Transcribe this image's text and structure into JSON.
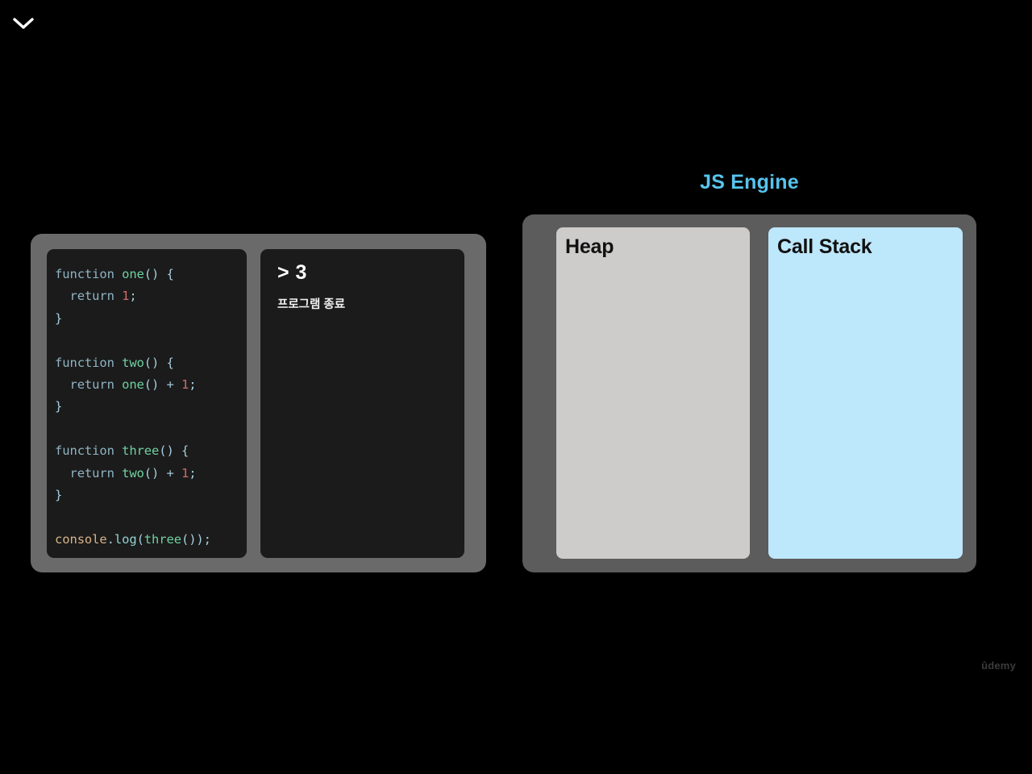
{
  "page": {
    "background_color": "#000000",
    "watermark": "ûdemy"
  },
  "top_bar": {
    "collapse_icon": "chevron-down-icon"
  },
  "editor": {
    "container_color": "#6a6a6a",
    "panel_color": "#1b1b1b",
    "code_lines": [
      [
        {
          "t": "function ",
          "c": "tok-kw"
        },
        {
          "t": "one",
          "c": "tok-fn"
        },
        {
          "t": "() {",
          "c": "tok-punct"
        }
      ],
      [
        {
          "t": "  return ",
          "c": "tok-kw"
        },
        {
          "t": "1",
          "c": "tok-num"
        },
        {
          "t": ";",
          "c": "tok-punct"
        }
      ],
      [
        {
          "t": "}",
          "c": "tok-punct"
        }
      ],
      [],
      [
        {
          "t": "function ",
          "c": "tok-kw"
        },
        {
          "t": "two",
          "c": "tok-fn"
        },
        {
          "t": "() {",
          "c": "tok-punct"
        }
      ],
      [
        {
          "t": "  return ",
          "c": "tok-kw"
        },
        {
          "t": "one",
          "c": "tok-fn"
        },
        {
          "t": "() ",
          "c": "tok-punct"
        },
        {
          "t": "+ ",
          "c": "tok-op"
        },
        {
          "t": "1",
          "c": "tok-num"
        },
        {
          "t": ";",
          "c": "tok-punct"
        }
      ],
      [
        {
          "t": "}",
          "c": "tok-punct"
        }
      ],
      [],
      [
        {
          "t": "function ",
          "c": "tok-kw"
        },
        {
          "t": "three",
          "c": "tok-fn"
        },
        {
          "t": "() {",
          "c": "tok-punct"
        }
      ],
      [
        {
          "t": "  return ",
          "c": "tok-kw"
        },
        {
          "t": "two",
          "c": "tok-fn"
        },
        {
          "t": "() ",
          "c": "tok-punct"
        },
        {
          "t": "+ ",
          "c": "tok-op"
        },
        {
          "t": "1",
          "c": "tok-num"
        },
        {
          "t": ";",
          "c": "tok-punct"
        }
      ],
      [
        {
          "t": "}",
          "c": "tok-punct"
        }
      ],
      [],
      [
        {
          "t": "console",
          "c": "tok-obj"
        },
        {
          "t": ".",
          "c": "tok-punct"
        },
        {
          "t": "log",
          "c": "tok-prop"
        },
        {
          "t": "(",
          "c": "tok-punct"
        },
        {
          "t": "three",
          "c": "tok-fn"
        },
        {
          "t": "());",
          "c": "tok-punct"
        }
      ]
    ]
  },
  "console": {
    "output": "> 3",
    "note": "프로그램 종료"
  },
  "engine": {
    "title": "JS Engine",
    "title_color": "#57c4ee",
    "container_color": "#5c5c5c",
    "heap": {
      "label": "Heap",
      "color": "#cecbcb",
      "items": []
    },
    "call_stack": {
      "label": "Call Stack",
      "color": "#bde7fb",
      "items": []
    }
  }
}
